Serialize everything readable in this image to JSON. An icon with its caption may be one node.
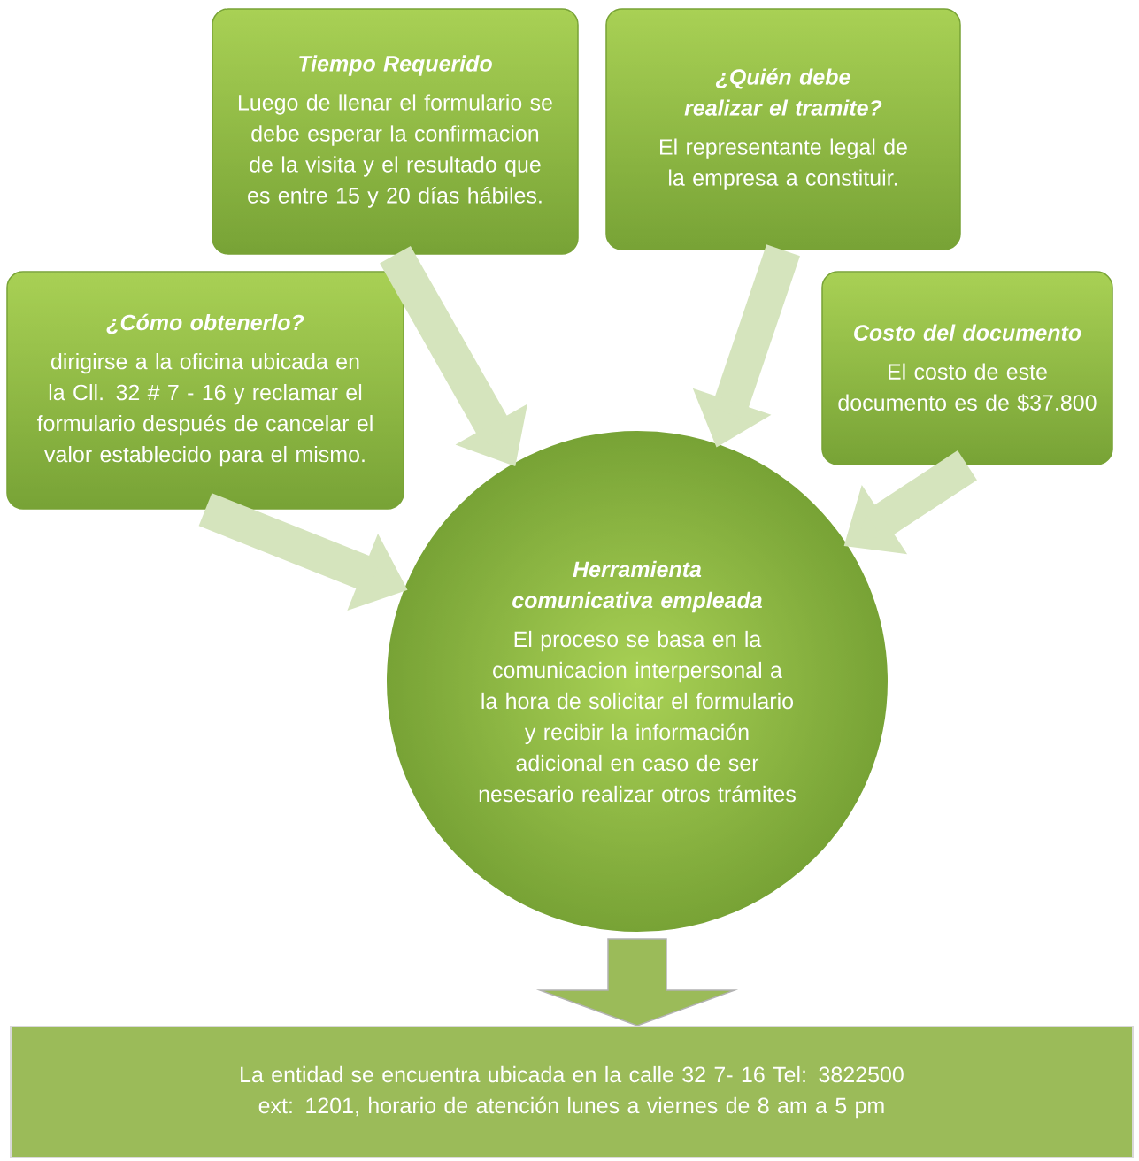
{
  "diagram": {
    "nodes": [
      {
        "text": [
          "Tiempo Requerido",
          "Luego de llenar el formulario se debe esperar la confirmacion de la visita y el resultado que es entre 15 y 20 días hábiles."
        ]
      },
      {
        "text": [
          "¿Quién debe realizar el tramite?",
          "El representante legal de la empresa a constituir."
        ]
      },
      {
        "text": [
          "¿Cómo obtenerlo?",
          "dirigirse a la oficina ubicada en la Cll. 32 # 7 - 16 y reclamar el formulario  después de cancelar el valor establecido para el mismo."
        ]
      },
      {
        "text": [
          "Costo del documento",
          "El costo de este documento es de $37.800"
        ]
      },
      {
        "text": [
          "Herramienta comunicativa empleada",
          "El proceso se basa en la comunicacion interpersonal a la hora de solicitar el formulario y recibir la información adicional en caso de ser nesesario realizar otros trámites"
        ]
      },
      {
        "text": [
          "La entidad se encuentra ubicada en la calle 32 7- 16 Tel: 3822500 ext: 1201, horario de atención lunes a viernes de 8 am a 5 pm"
        ]
      }
    ],
    "edges": [
      {
        "from": 0,
        "to": 4,
        "arrow": "to"
      },
      {
        "from": 1,
        "to": 4,
        "arrow": "to"
      },
      {
        "from": 2,
        "to": 4,
        "arrow": "to"
      },
      {
        "from": 3,
        "to": 4,
        "arrow": "to"
      },
      {
        "from": 4,
        "to": 5,
        "arrow": "to",
        "style": "thick",
        "color": "#9bbb59"
      }
    ]
  }
}
